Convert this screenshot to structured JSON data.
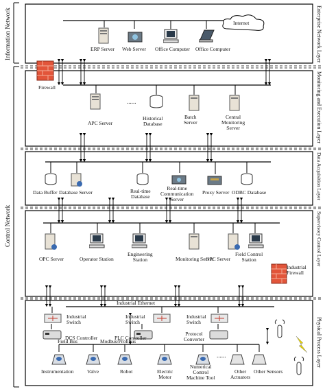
{
  "networks": {
    "information": "Information Network",
    "control": "Control Network"
  },
  "layers": {
    "enterprise": "Enterprise Network Layer",
    "monitoring": "Monitoring and Execution Layer",
    "data_acquisition": "Data Acquisition Layer",
    "supervisory": "Supervisory Control Layer",
    "physical": "Physical Process Layer"
  },
  "enterprise": {
    "cloud": "Internet",
    "erp": "ERP Server",
    "web": "Web Server",
    "office1": "Office Computer",
    "office2": "Office Computer"
  },
  "monitoring": {
    "firewall": "Firewall",
    "apc": "APC Server",
    "dots": "......",
    "historical": "Historical\nDatabase",
    "batch": "Batch\nServer",
    "central": "Central\nMonitoring\nServer"
  },
  "data_acq": {
    "buffer": "Data Buffer",
    "dbserver": "Database Server",
    "realtime_db": "Real-time\nDatabase",
    "realtime_comm": "Real-time\nCommunication\nServer",
    "proxy": "Proxy Server",
    "odbc": "ODBC Database"
  },
  "supervisory": {
    "opc1": "OPC Server",
    "operator": "Operator Station",
    "engineering": "Engineering\nStation",
    "monitoring_server": "Monitoring Server",
    "opc2": "OPC Server",
    "field_control": "Field Control\nStation"
  },
  "physical": {
    "industrial_ethernet": "Industrial Ethernet",
    "industrial_firewall": "Industrial\nFirewall",
    "switch1": "Industrial\nSwitch",
    "switch2": "Industrial\nSwitch",
    "switch3": "Industrial\nSwitch",
    "dcs": "DCS Controller",
    "plc": "PLC Controller",
    "protocol": "Protocol\nConverter",
    "fieldbus": "Field Bus",
    "modbus": "Modbus/Profibus",
    "instrumentation": "Instrumentation",
    "valve": "Valve",
    "robot": "Robot",
    "motor": "Electric\nMotor",
    "cnc": "Numerical\nControl\nMachine Tool",
    "dots": "......",
    "actuators": "Other\nActuators",
    "sensors": "Other Sensors"
  }
}
